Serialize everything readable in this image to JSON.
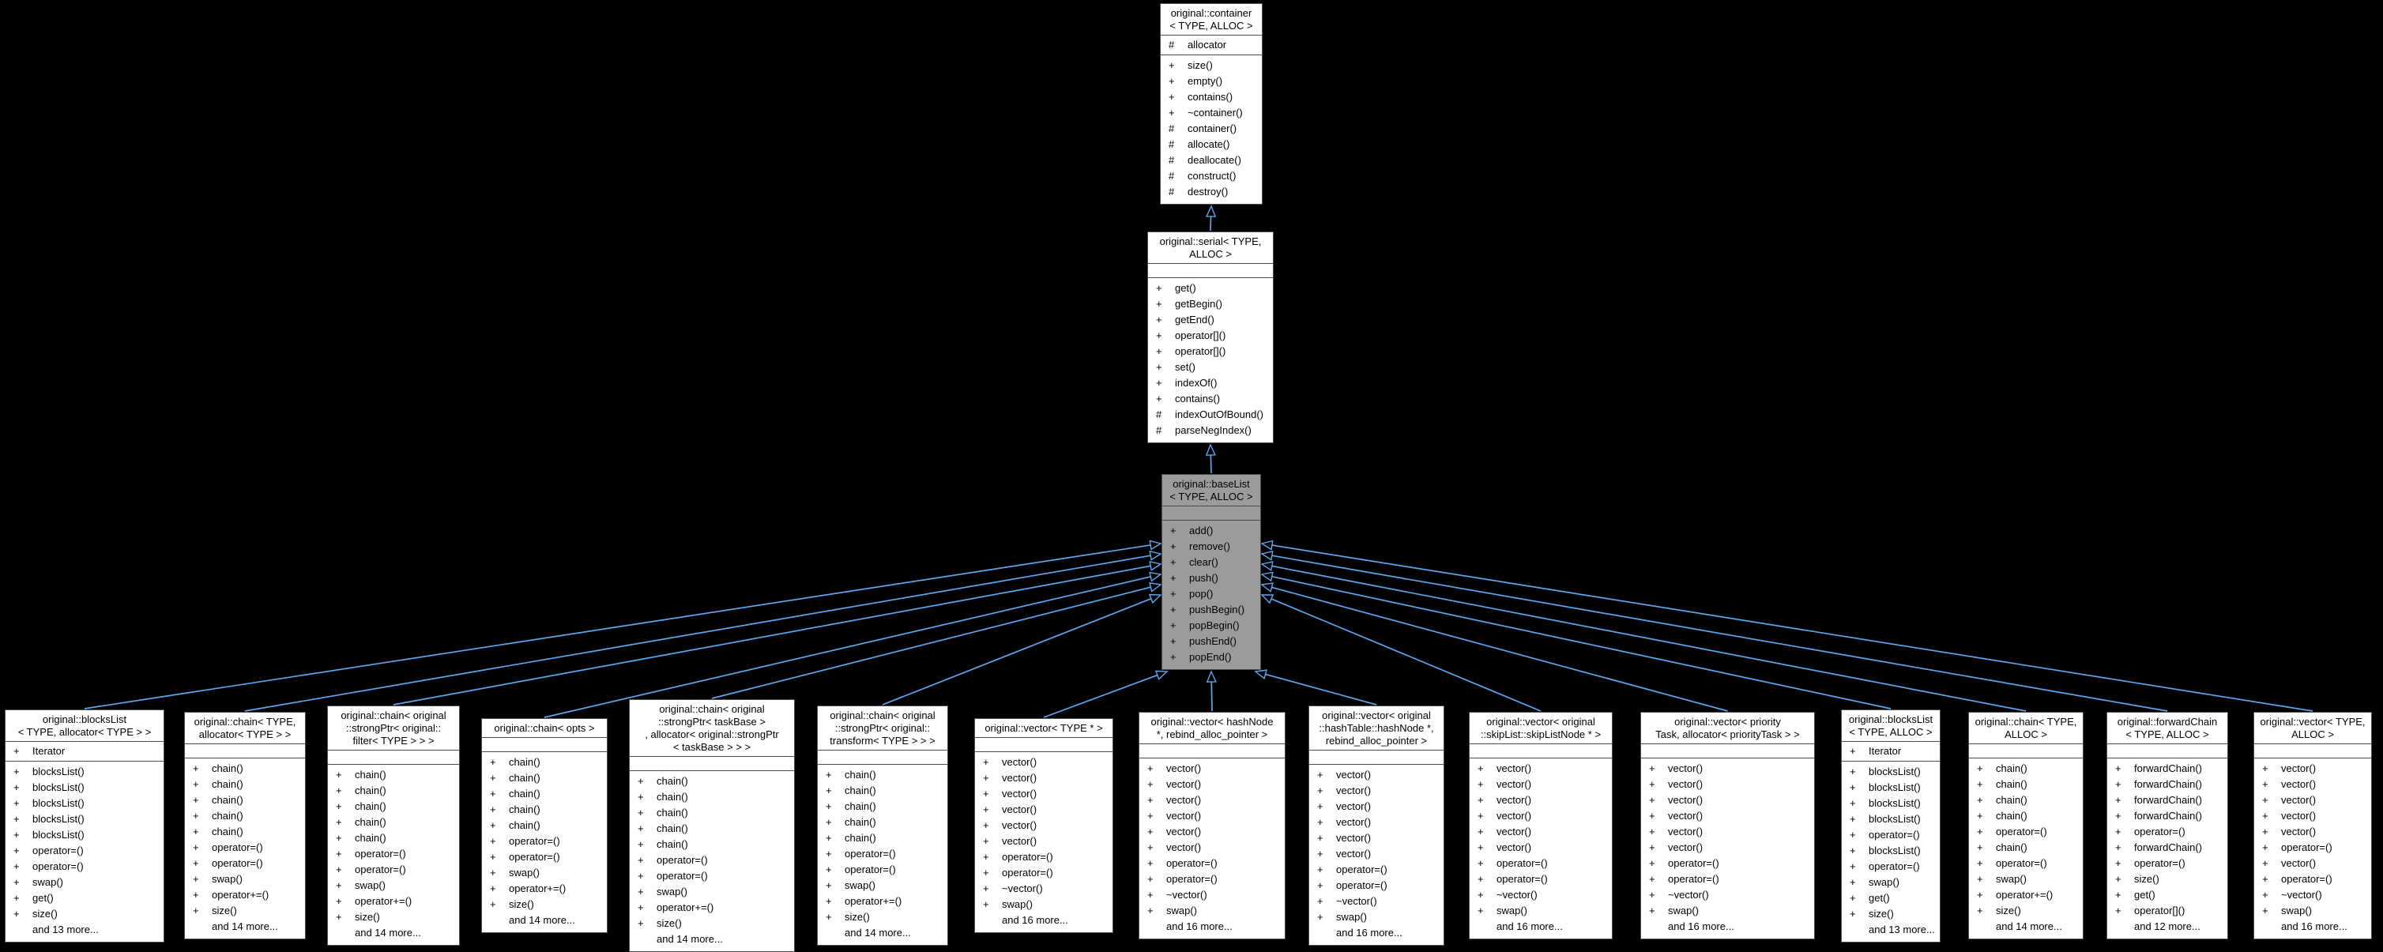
{
  "diagram": {
    "edge_color": "#5ba7f0",
    "node_border": "#4d4d4d",
    "node_fill": "#ffffff",
    "highlight_fill": "#9b9b9b",
    "background": "#000000"
  },
  "nodes": [
    {
      "id": "container",
      "title": "original::container\n< TYPE, ALLOC >",
      "highlight": false,
      "attrs": [
        {
          "prefix": "#",
          "label": "allocator"
        }
      ],
      "methods": [
        {
          "prefix": "+",
          "label": "size()"
        },
        {
          "prefix": "+",
          "label": "empty()"
        },
        {
          "prefix": "+",
          "label": "contains()"
        },
        {
          "prefix": "+",
          "label": "~container()"
        },
        {
          "prefix": "#",
          "label": "container()"
        },
        {
          "prefix": "#",
          "label": "allocate()"
        },
        {
          "prefix": "#",
          "label": "deallocate()"
        },
        {
          "prefix": "#",
          "label": "construct()"
        },
        {
          "prefix": "#",
          "label": "destroy()"
        }
      ],
      "more": null
    },
    {
      "id": "serial",
      "title": "original::serial< TYPE,\nALLOC >",
      "highlight": false,
      "attrs": [],
      "methods": [
        {
          "prefix": "+",
          "label": "get()"
        },
        {
          "prefix": "+",
          "label": "getBegin()"
        },
        {
          "prefix": "+",
          "label": "getEnd()"
        },
        {
          "prefix": "+",
          "label": "operator[]()"
        },
        {
          "prefix": "+",
          "label": "operator[]()"
        },
        {
          "prefix": "+",
          "label": "set()"
        },
        {
          "prefix": "+",
          "label": "indexOf()"
        },
        {
          "prefix": "+",
          "label": "contains()"
        },
        {
          "prefix": "#",
          "label": "indexOutOfBound()"
        },
        {
          "prefix": "#",
          "label": "parseNegIndex()"
        }
      ],
      "more": null
    },
    {
      "id": "baselist",
      "title": "original::baseList\n< TYPE, ALLOC >",
      "highlight": true,
      "attrs": [],
      "methods": [
        {
          "prefix": "+",
          "label": "add()"
        },
        {
          "prefix": "+",
          "label": "remove()"
        },
        {
          "prefix": "+",
          "label": "clear()"
        },
        {
          "prefix": "+",
          "label": "push()"
        },
        {
          "prefix": "+",
          "label": "pop()"
        },
        {
          "prefix": "+",
          "label": "pushBegin()"
        },
        {
          "prefix": "+",
          "label": "popBegin()"
        },
        {
          "prefix": "+",
          "label": "pushEnd()"
        },
        {
          "prefix": "+",
          "label": "popEnd()"
        }
      ],
      "more": null
    },
    {
      "id": "b1",
      "title": "original::blocksList\n< TYPE, allocator< TYPE > >",
      "highlight": false,
      "attrs": [
        {
          "prefix": "+",
          "label": "Iterator"
        }
      ],
      "methods": [
        {
          "prefix": "+",
          "label": "blocksList()"
        },
        {
          "prefix": "+",
          "label": "blocksList()"
        },
        {
          "prefix": "+",
          "label": "blocksList()"
        },
        {
          "prefix": "+",
          "label": "blocksList()"
        },
        {
          "prefix": "+",
          "label": "blocksList()"
        },
        {
          "prefix": "+",
          "label": "operator=()"
        },
        {
          "prefix": "+",
          "label": "operator=()"
        },
        {
          "prefix": "+",
          "label": "swap()"
        },
        {
          "prefix": "+",
          "label": "get()"
        },
        {
          "prefix": "+",
          "label": "size()"
        }
      ],
      "more": "and 13 more..."
    },
    {
      "id": "b2",
      "title": "original::chain< TYPE,\nallocator< TYPE > >",
      "highlight": false,
      "attrs": [],
      "methods": [
        {
          "prefix": "+",
          "label": "chain()"
        },
        {
          "prefix": "+",
          "label": "chain()"
        },
        {
          "prefix": "+",
          "label": "chain()"
        },
        {
          "prefix": "+",
          "label": "chain()"
        },
        {
          "prefix": "+",
          "label": "chain()"
        },
        {
          "prefix": "+",
          "label": "operator=()"
        },
        {
          "prefix": "+",
          "label": "operator=()"
        },
        {
          "prefix": "+",
          "label": "swap()"
        },
        {
          "prefix": "+",
          "label": "operator+=()"
        },
        {
          "prefix": "+",
          "label": "size()"
        }
      ],
      "more": "and 14 more..."
    },
    {
      "id": "b3",
      "title": "original::chain< original\n::strongPtr< original::\nfilter< TYPE > > >",
      "highlight": false,
      "attrs": [],
      "methods": [
        {
          "prefix": "+",
          "label": "chain()"
        },
        {
          "prefix": "+",
          "label": "chain()"
        },
        {
          "prefix": "+",
          "label": "chain()"
        },
        {
          "prefix": "+",
          "label": "chain()"
        },
        {
          "prefix": "+",
          "label": "chain()"
        },
        {
          "prefix": "+",
          "label": "operator=()"
        },
        {
          "prefix": "+",
          "label": "operator=()"
        },
        {
          "prefix": "+",
          "label": "swap()"
        },
        {
          "prefix": "+",
          "label": "operator+=()"
        },
        {
          "prefix": "+",
          "label": "size()"
        }
      ],
      "more": "and 14 more..."
    },
    {
      "id": "b4",
      "title": "original::chain< opts >",
      "highlight": false,
      "attrs": [],
      "methods": [
        {
          "prefix": "+",
          "label": "chain()"
        },
        {
          "prefix": "+",
          "label": "chain()"
        },
        {
          "prefix": "+",
          "label": "chain()"
        },
        {
          "prefix": "+",
          "label": "chain()"
        },
        {
          "prefix": "+",
          "label": "chain()"
        },
        {
          "prefix": "+",
          "label": "operator=()"
        },
        {
          "prefix": "+",
          "label": "operator=()"
        },
        {
          "prefix": "+",
          "label": "swap()"
        },
        {
          "prefix": "+",
          "label": "operator+=()"
        },
        {
          "prefix": "+",
          "label": "size()"
        }
      ],
      "more": "and 14 more..."
    },
    {
      "id": "b5",
      "title": "original::chain< original\n::strongPtr< taskBase >\n, allocator< original::strongPtr\n< taskBase > > >",
      "highlight": false,
      "attrs": [],
      "methods": [
        {
          "prefix": "+",
          "label": "chain()"
        },
        {
          "prefix": "+",
          "label": "chain()"
        },
        {
          "prefix": "+",
          "label": "chain()"
        },
        {
          "prefix": "+",
          "label": "chain()"
        },
        {
          "prefix": "+",
          "label": "chain()"
        },
        {
          "prefix": "+",
          "label": "operator=()"
        },
        {
          "prefix": "+",
          "label": "operator=()"
        },
        {
          "prefix": "+",
          "label": "swap()"
        },
        {
          "prefix": "+",
          "label": "operator+=()"
        },
        {
          "prefix": "+",
          "label": "size()"
        }
      ],
      "more": "and 14 more..."
    },
    {
      "id": "b6",
      "title": "original::chain< original\n::strongPtr< original::\ntransform< TYPE > > >",
      "highlight": false,
      "attrs": [],
      "methods": [
        {
          "prefix": "+",
          "label": "chain()"
        },
        {
          "prefix": "+",
          "label": "chain()"
        },
        {
          "prefix": "+",
          "label": "chain()"
        },
        {
          "prefix": "+",
          "label": "chain()"
        },
        {
          "prefix": "+",
          "label": "chain()"
        },
        {
          "prefix": "+",
          "label": "operator=()"
        },
        {
          "prefix": "+",
          "label": "operator=()"
        },
        {
          "prefix": "+",
          "label": "swap()"
        },
        {
          "prefix": "+",
          "label": "operator+=()"
        },
        {
          "prefix": "+",
          "label": "size()"
        }
      ],
      "more": "and 14 more..."
    },
    {
      "id": "b7",
      "title": "original::vector< TYPE * >",
      "highlight": false,
      "attrs": [],
      "methods": [
        {
          "prefix": "+",
          "label": "vector()"
        },
        {
          "prefix": "+",
          "label": "vector()"
        },
        {
          "prefix": "+",
          "label": "vector()"
        },
        {
          "prefix": "+",
          "label": "vector()"
        },
        {
          "prefix": "+",
          "label": "vector()"
        },
        {
          "prefix": "+",
          "label": "vector()"
        },
        {
          "prefix": "+",
          "label": "operator=()"
        },
        {
          "prefix": "+",
          "label": "operator=()"
        },
        {
          "prefix": "+",
          "label": "~vector()"
        },
        {
          "prefix": "+",
          "label": "swap()"
        }
      ],
      "more": "and 16 more..."
    },
    {
      "id": "b8",
      "title": "original::vector< hashNode\n*, rebind_alloc_pointer >",
      "highlight": false,
      "attrs": [],
      "methods": [
        {
          "prefix": "+",
          "label": "vector()"
        },
        {
          "prefix": "+",
          "label": "vector()"
        },
        {
          "prefix": "+",
          "label": "vector()"
        },
        {
          "prefix": "+",
          "label": "vector()"
        },
        {
          "prefix": "+",
          "label": "vector()"
        },
        {
          "prefix": "+",
          "label": "vector()"
        },
        {
          "prefix": "+",
          "label": "operator=()"
        },
        {
          "prefix": "+",
          "label": "operator=()"
        },
        {
          "prefix": "+",
          "label": "~vector()"
        },
        {
          "prefix": "+",
          "label": "swap()"
        }
      ],
      "more": "and 16 more..."
    },
    {
      "id": "b9",
      "title": "original::vector< original\n::hashTable::hashNode *,\nrebind_alloc_pointer >",
      "highlight": false,
      "attrs": [],
      "methods": [
        {
          "prefix": "+",
          "label": "vector()"
        },
        {
          "prefix": "+",
          "label": "vector()"
        },
        {
          "prefix": "+",
          "label": "vector()"
        },
        {
          "prefix": "+",
          "label": "vector()"
        },
        {
          "prefix": "+",
          "label": "vector()"
        },
        {
          "prefix": "+",
          "label": "vector()"
        },
        {
          "prefix": "+",
          "label": "operator=()"
        },
        {
          "prefix": "+",
          "label": "operator=()"
        },
        {
          "prefix": "+",
          "label": "~vector()"
        },
        {
          "prefix": "+",
          "label": "swap()"
        }
      ],
      "more": "and 16 more..."
    },
    {
      "id": "b10",
      "title": "original::vector< original\n::skipList::skipListNode * >",
      "highlight": false,
      "attrs": [],
      "methods": [
        {
          "prefix": "+",
          "label": "vector()"
        },
        {
          "prefix": "+",
          "label": "vector()"
        },
        {
          "prefix": "+",
          "label": "vector()"
        },
        {
          "prefix": "+",
          "label": "vector()"
        },
        {
          "prefix": "+",
          "label": "vector()"
        },
        {
          "prefix": "+",
          "label": "vector()"
        },
        {
          "prefix": "+",
          "label": "operator=()"
        },
        {
          "prefix": "+",
          "label": "operator=()"
        },
        {
          "prefix": "+",
          "label": "~vector()"
        },
        {
          "prefix": "+",
          "label": "swap()"
        }
      ],
      "more": "and 16 more..."
    },
    {
      "id": "b11",
      "title": "original::vector< priority\nTask, allocator< priorityTask > >",
      "highlight": false,
      "attrs": [],
      "methods": [
        {
          "prefix": "+",
          "label": "vector()"
        },
        {
          "prefix": "+",
          "label": "vector()"
        },
        {
          "prefix": "+",
          "label": "vector()"
        },
        {
          "prefix": "+",
          "label": "vector()"
        },
        {
          "prefix": "+",
          "label": "vector()"
        },
        {
          "prefix": "+",
          "label": "vector()"
        },
        {
          "prefix": "+",
          "label": "operator=()"
        },
        {
          "prefix": "+",
          "label": "operator=()"
        },
        {
          "prefix": "+",
          "label": "~vector()"
        },
        {
          "prefix": "+",
          "label": "swap()"
        }
      ],
      "more": "and 16 more..."
    },
    {
      "id": "b12",
      "title": "original::blocksList\n< TYPE, ALLOC >",
      "highlight": false,
      "attrs": [
        {
          "prefix": "+",
          "label": "Iterator"
        }
      ],
      "methods": [
        {
          "prefix": "+",
          "label": "blocksList()"
        },
        {
          "prefix": "+",
          "label": "blocksList()"
        },
        {
          "prefix": "+",
          "label": "blocksList()"
        },
        {
          "prefix": "+",
          "label": "blocksList()"
        },
        {
          "prefix": "+",
          "label": "operator=()"
        },
        {
          "prefix": "+",
          "label": "blocksList()"
        },
        {
          "prefix": "+",
          "label": "operator=()"
        },
        {
          "prefix": "+",
          "label": "swap()"
        },
        {
          "prefix": "+",
          "label": "get()"
        },
        {
          "prefix": "+",
          "label": "size()"
        }
      ],
      "more": "and 13 more..."
    },
    {
      "id": "b13",
      "title": "original::chain< TYPE,\nALLOC >",
      "highlight": false,
      "attrs": [],
      "methods": [
        {
          "prefix": "+",
          "label": "chain()"
        },
        {
          "prefix": "+",
          "label": "chain()"
        },
        {
          "prefix": "+",
          "label": "chain()"
        },
        {
          "prefix": "+",
          "label": "chain()"
        },
        {
          "prefix": "+",
          "label": "operator=()"
        },
        {
          "prefix": "+",
          "label": "chain()"
        },
        {
          "prefix": "+",
          "label": "operator=()"
        },
        {
          "prefix": "+",
          "label": "swap()"
        },
        {
          "prefix": "+",
          "label": "operator+=()"
        },
        {
          "prefix": "+",
          "label": "size()"
        }
      ],
      "more": "and 14 more..."
    },
    {
      "id": "b14",
      "title": "original::forwardChain\n< TYPE, ALLOC >",
      "highlight": false,
      "attrs": [],
      "methods": [
        {
          "prefix": "+",
          "label": "forwardChain()"
        },
        {
          "prefix": "+",
          "label": "forwardChain()"
        },
        {
          "prefix": "+",
          "label": "forwardChain()"
        },
        {
          "prefix": "+",
          "label": "forwardChain()"
        },
        {
          "prefix": "+",
          "label": "operator=()"
        },
        {
          "prefix": "+",
          "label": "forwardChain()"
        },
        {
          "prefix": "+",
          "label": "operator=()"
        },
        {
          "prefix": "+",
          "label": "size()"
        },
        {
          "prefix": "+",
          "label": "get()"
        },
        {
          "prefix": "+",
          "label": "operator[]()"
        }
      ],
      "more": "and 12 more..."
    },
    {
      "id": "b15",
      "title": "original::vector< TYPE,\nALLOC >",
      "highlight": false,
      "attrs": [],
      "methods": [
        {
          "prefix": "+",
          "label": "vector()"
        },
        {
          "prefix": "+",
          "label": "vector()"
        },
        {
          "prefix": "+",
          "label": "vector()"
        },
        {
          "prefix": "+",
          "label": "vector()"
        },
        {
          "prefix": "+",
          "label": "vector()"
        },
        {
          "prefix": "+",
          "label": "operator=()"
        },
        {
          "prefix": "+",
          "label": "vector()"
        },
        {
          "prefix": "+",
          "label": "operator=()"
        },
        {
          "prefix": "+",
          "label": "~vector()"
        },
        {
          "prefix": "+",
          "label": "swap()"
        }
      ],
      "more": "and 16 more..."
    }
  ]
}
